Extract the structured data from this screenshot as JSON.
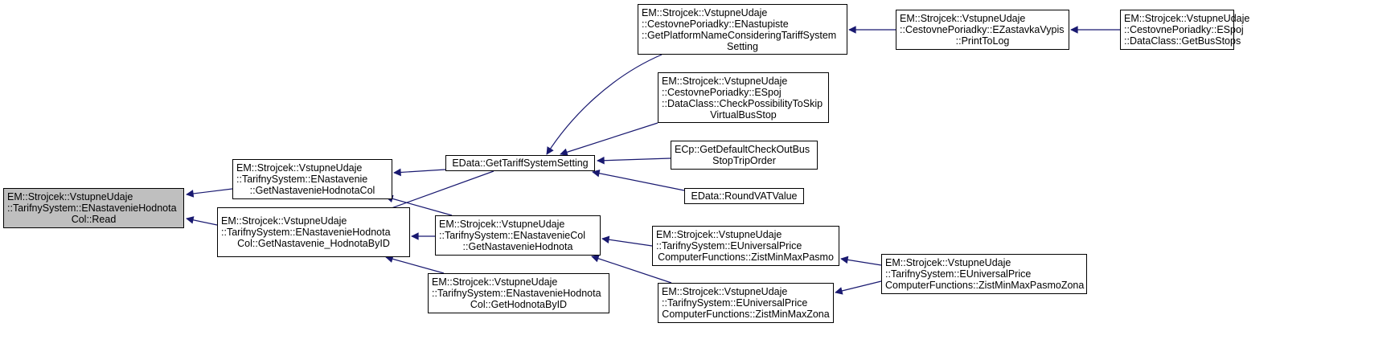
{
  "colors": {
    "edge": "#191970",
    "root_fill": "#bfbfbf",
    "node_fill": "#ffffff",
    "border": "#000000"
  },
  "nodes": [
    {
      "id": "read",
      "root": true,
      "lines": [
        "EM::Strojcek::VstupneUdaje",
        "::TarifnySystem::ENastavenieHodnota",
        "Col::Read"
      ]
    },
    {
      "id": "get-nastavenie-hodnota-col",
      "lines": [
        "EM::Strojcek::VstupneUdaje",
        "::TarifnySystem::ENastavenie",
        "::GetNastavenieHodnotaCol"
      ]
    },
    {
      "id": "get-nastavenie-hodnota-by-id",
      "lines": [
        "EM::Strojcek::VstupneUdaje",
        "::TarifnySystem::ENastavenieHodnota",
        "Col::GetNastavenie_HodnotaByID"
      ]
    },
    {
      "id": "get-tariff-system-setting",
      "lines": [
        "EData::GetTariffSystemSetting"
      ]
    },
    {
      "id": "enastavenie-col-get-nastavenie-hodnota",
      "lines": [
        "EM::Strojcek::VstupneUdaje",
        "::TarifnySystem::ENastavenieCol",
        "::GetNastavenieHodnota"
      ]
    },
    {
      "id": "get-hodnota-by-id",
      "lines": [
        "EM::Strojcek::VstupneUdaje",
        "::TarifnySystem::ENastavenieHodnota",
        "Col::GetHodnotaByID"
      ]
    },
    {
      "id": "get-platform-name",
      "lines": [
        "EM::Strojcek::VstupneUdaje",
        "::CestovnePoriadky::ENastupiste",
        "::GetPlatformNameConsideringTariffSystem",
        "Setting"
      ]
    },
    {
      "id": "check-possibility",
      "lines": [
        "EM::Strojcek::VstupneUdaje",
        "::CestovnePoriadky::ESpoj",
        "::DataClass::CheckPossibilityToSkip",
        "VirtualBusStop"
      ]
    },
    {
      "id": "get-default-checkout",
      "lines": [
        "ECp::GetDefaultCheckOutBus",
        "StopTripOrder"
      ]
    },
    {
      "id": "round-vat-value",
      "lines": [
        "EData::RoundVATValue"
      ]
    },
    {
      "id": "zist-min-max-pasmo",
      "lines": [
        "EM::Strojcek::VstupneUdaje",
        "::TarifnySystem::EUniversalPrice",
        "ComputerFunctions::ZistMinMaxPasmo"
      ]
    },
    {
      "id": "zist-min-max-zona",
      "lines": [
        "EM::Strojcek::VstupneUdaje",
        "::TarifnySystem::EUniversalPrice",
        "ComputerFunctions::ZistMinMaxZona"
      ]
    },
    {
      "id": "print-to-log",
      "lines": [
        "EM::Strojcek::VstupneUdaje",
        "::CestovnePoriadky::EZastavkaVypis",
        "::PrintToLog"
      ]
    },
    {
      "id": "get-bus-stops",
      "lines": [
        "EM::Strojcek::VstupneUdaje",
        "::CestovnePoriadky::ESpoj",
        "::DataClass::GetBusStops"
      ]
    },
    {
      "id": "zist-min-max-pasmo-zona",
      "lines": [
        "EM::Strojcek::VstupneUdaje",
        "::TarifnySystem::EUniversalPrice",
        "ComputerFunctions::ZistMinMaxPasmoZona"
      ]
    }
  ],
  "edges": [
    {
      "from": "get-nastavenie-hodnota-col",
      "to": "read"
    },
    {
      "from": "get-nastavenie-hodnota-by-id",
      "to": "read"
    },
    {
      "from": "get-tariff-system-setting",
      "to": "get-nastavenie-hodnota-col"
    },
    {
      "from": "get-tariff-system-setting",
      "to": "get-nastavenie-hodnota-by-id"
    },
    {
      "from": "enastavenie-col-get-nastavenie-hodnota",
      "to": "get-nastavenie-hodnota-by-id"
    },
    {
      "from": "enastavenie-col-get-nastavenie-hodnota",
      "to": "get-nastavenie-hodnota-col"
    },
    {
      "from": "get-hodnota-by-id",
      "to": "get-nastavenie-hodnota-by-id"
    },
    {
      "from": "get-platform-name",
      "to": "get-tariff-system-setting"
    },
    {
      "from": "check-possibility",
      "to": "get-tariff-system-setting"
    },
    {
      "from": "get-default-checkout",
      "to": "get-tariff-system-setting"
    },
    {
      "from": "round-vat-value",
      "to": "get-tariff-system-setting"
    },
    {
      "from": "zist-min-max-pasmo",
      "to": "enastavenie-col-get-nastavenie-hodnota"
    },
    {
      "from": "zist-min-max-zona",
      "to": "enastavenie-col-get-nastavenie-hodnota"
    },
    {
      "from": "print-to-log",
      "to": "get-platform-name"
    },
    {
      "from": "get-bus-stops",
      "to": "print-to-log"
    },
    {
      "from": "zist-min-max-pasmo-zona",
      "to": "zist-min-max-pasmo"
    },
    {
      "from": "zist-min-max-pasmo-zona",
      "to": "zist-min-max-zona"
    }
  ]
}
